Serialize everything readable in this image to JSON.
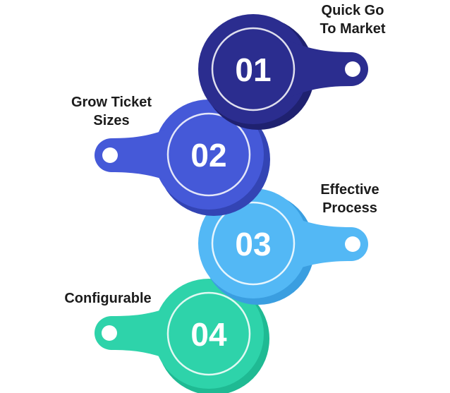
{
  "steps": [
    {
      "number": "01",
      "label_lines": [
        "Quick Go",
        "To Market"
      ],
      "color": "#2b2d8f",
      "shadow": "#1f2170"
    },
    {
      "number": "02",
      "label_lines": [
        "Grow Ticket",
        "Sizes"
      ],
      "color": "#4559d8",
      "shadow": "#3344b4"
    },
    {
      "number": "03",
      "label_lines": [
        "Effective",
        "Process"
      ],
      "color": "#53b8f5",
      "shadow": "#3a9ee0"
    },
    {
      "number": "04",
      "label_lines": [
        "Configurable"
      ],
      "color": "#2ed3aa",
      "shadow": "#1fba93"
    }
  ]
}
